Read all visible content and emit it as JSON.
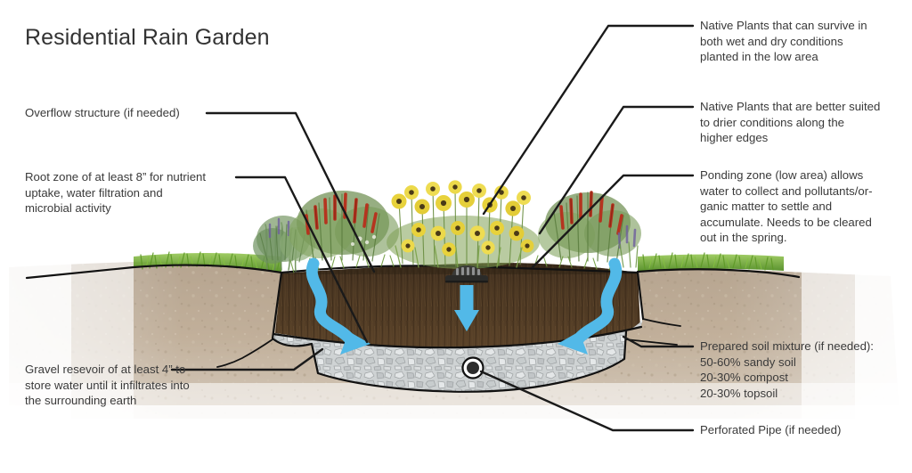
{
  "title": "Residential Rain Garden",
  "colors": {
    "leader_line": "#1a1a1a",
    "text": "#3a3a3a",
    "water_arrow": "#52b9e8",
    "grass": "#6ea733",
    "root_zone": "#4a3625",
    "surrounding_soil": "#9c8670",
    "gravel": "#c3c7c8",
    "overflow_structure": "#30302e",
    "flower_yellow": "#e8d23c",
    "flower_red": "#b5341f",
    "flower_purple": "#6f5f9e"
  },
  "labels": [
    {
      "id": "overflow-structure",
      "side": "left",
      "lines": [
        "Overflow structure (if needed)"
      ]
    },
    {
      "id": "root-zone",
      "side": "left",
      "lines": [
        "Root zone of at least 8” for nutrient",
        "uptake, water filtration and",
        "microbial activity"
      ]
    },
    {
      "id": "gravel-reservoir",
      "side": "left",
      "lines": [
        "Gravel resevoir of at least 4” to",
        "store water until it infiltrates into",
        "the surrounding earth"
      ]
    },
    {
      "id": "native-plants-wet-dry",
      "side": "right",
      "lines": [
        "Native Plants that can survive in",
        "both wet and dry conditions",
        "planted in the low area"
      ]
    },
    {
      "id": "native-plants-drier",
      "side": "right",
      "lines": [
        "Native Plants that are better suited",
        "to drier conditions along the",
        "higher edges"
      ]
    },
    {
      "id": "ponding-zone",
      "side": "right",
      "lines": [
        "Ponding zone (low area) allows",
        "water to collect and pollutants/or-",
        "ganic matter to settle and",
        "accumulate. Needs to be cleared",
        "out in the spring."
      ]
    },
    {
      "id": "prepared-soil-mixture",
      "side": "right",
      "lines": [
        "Prepared soil mixture (if needed):",
        "50-60% sandy soil",
        "20-30% compost",
        "20-30% topsoil"
      ]
    },
    {
      "id": "perforated-pipe",
      "side": "right",
      "lines": [
        "Perforated Pipe (if needed)"
      ]
    }
  ],
  "diagram": {
    "type": "cross-section",
    "name": "residential-rain-garden-cross-section",
    "elements": [
      "surrounding-earth",
      "turf-grass",
      "planting-bed",
      "root-zone-soil",
      "gravel-reservoir",
      "perforated-pipe",
      "overflow-structure",
      "infiltration-arrows"
    ]
  }
}
